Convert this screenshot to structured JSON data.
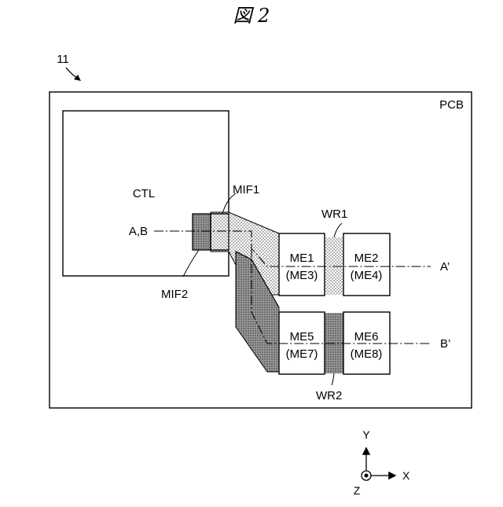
{
  "figure_title": "図 2",
  "ref_number": "11",
  "board_label": "PCB",
  "controller_label": "CTL",
  "section_left_label": "A,B",
  "section_a_label": "A’",
  "section_b_label": "B’",
  "interfaces": {
    "mif1": "MIF1",
    "mif2": "MIF2"
  },
  "wirings": {
    "wr1": "WR1",
    "wr2": "WR2"
  },
  "memories": {
    "me1": {
      "line1": "ME1",
      "line2": "(ME3)"
    },
    "me2": {
      "line1": "ME2",
      "line2": "(ME4)"
    },
    "me5": {
      "line1": "ME5",
      "line2": "(ME7)"
    },
    "me6": {
      "line1": "ME6",
      "line2": "(ME8)"
    }
  },
  "axes": {
    "x": "X",
    "y": "Y",
    "z": "Z"
  }
}
